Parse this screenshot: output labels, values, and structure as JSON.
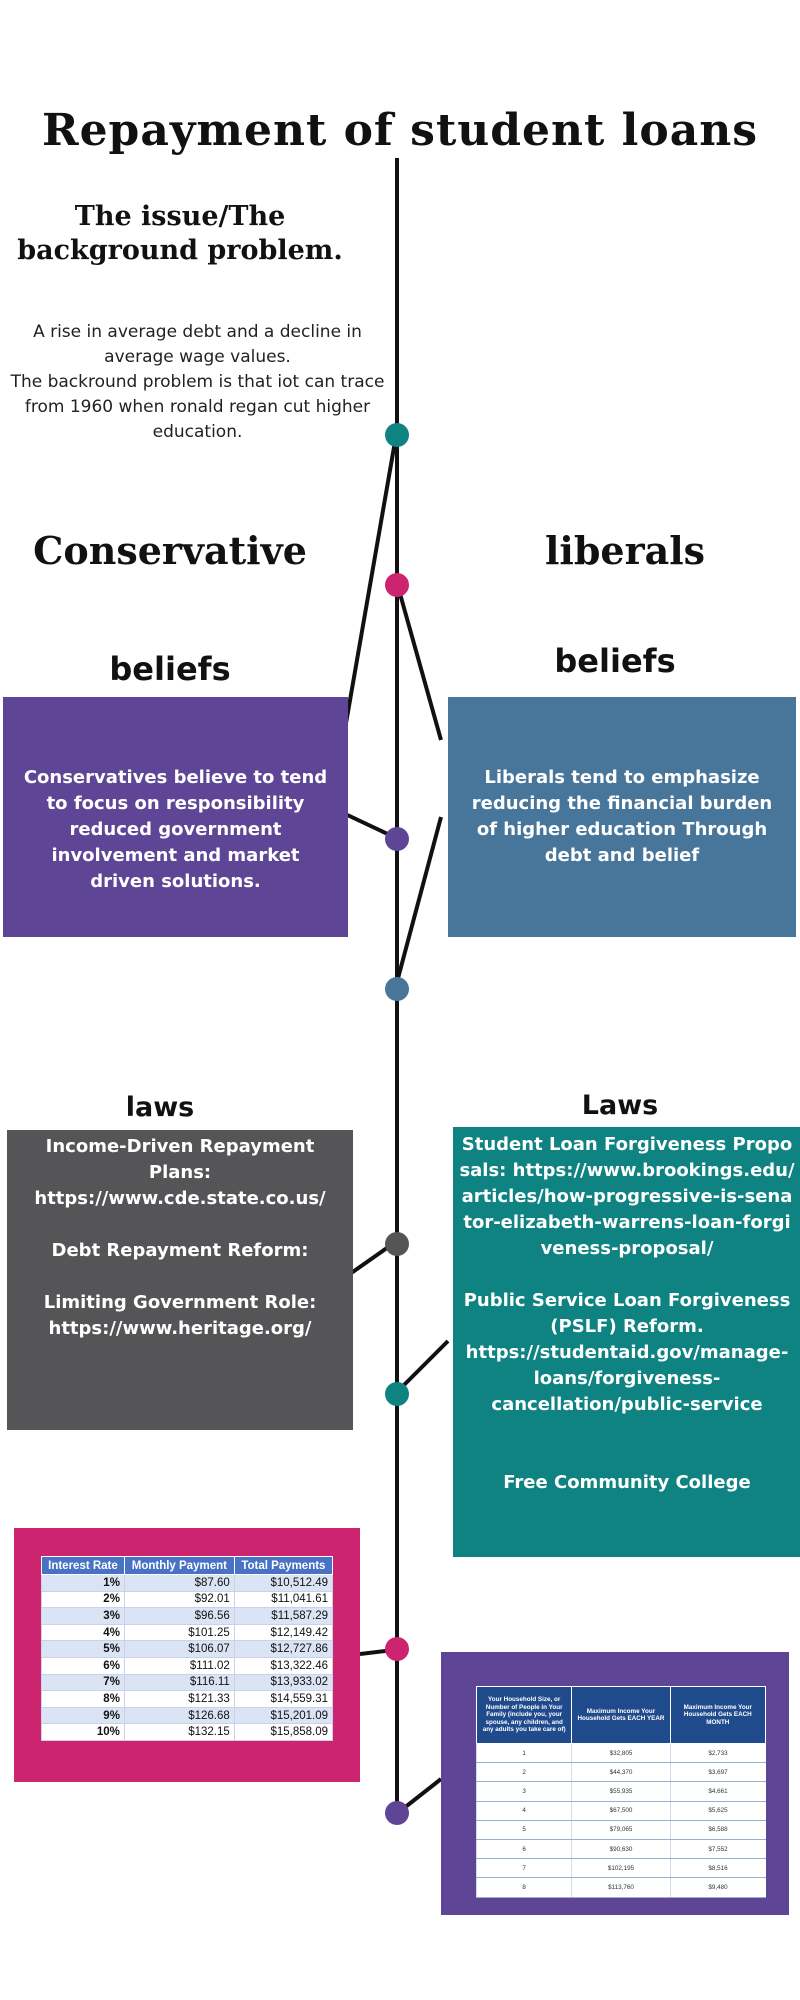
{
  "title": "Repayment of student loans",
  "issue": {
    "heading": "The issue/The background problem.",
    "text_lines": [
      "A rise in average debt and a decline in average wage values.",
      "The backround problem is that iot can trace from 1960 when ronald regan cut higher education."
    ]
  },
  "conservative": {
    "heading": "Conservative",
    "beliefs_heading": "beliefs",
    "beliefs_text": "Conservatives believe to tend to focus on responsibility  reduced government involvement and market driven solutions.",
    "laws_heading": "laws",
    "laws": [
      "Income-Driven Repayment Plans: https://www.cde.state.co.us/",
      "Debt Repayment Reform:",
      "Limiting Government Role: https://www.heritage.org/"
    ]
  },
  "liberal": {
    "heading": "liberals",
    "beliefs_heading": "beliefs",
    "beliefs_text": "Liberals tend to emphasize reducing the financial burden of higher education Through debt and belief",
    "laws_heading": "Laws",
    "laws": [
      "Student Loan Forgiveness Proposals: https://www.brookings.edu/articles/how-progressive-is-senator-elizabeth-warrens-loan-forgiveness-proposal/",
      "Public Service Loan Forgiveness (PSLF) Reform. https://studentaid.gov/manage-loans/forgiveness-cancellation/public-service",
      "Free Community College"
    ]
  },
  "rate_table": {
    "headers": [
      "Interest Rate",
      "Monthly Payment",
      "Total Payments"
    ],
    "rows": [
      [
        "1%",
        "$87.60",
        "$10,512.49"
      ],
      [
        "2%",
        "$92.01",
        "$11,041.61"
      ],
      [
        "3%",
        "$96.56",
        "$11,587.29"
      ],
      [
        "4%",
        "$101.25",
        "$12,149.42"
      ],
      [
        "5%",
        "$106.07",
        "$12,727.86"
      ],
      [
        "6%",
        "$111.02",
        "$13,322.46"
      ],
      [
        "7%",
        "$116.11",
        "$13,933.02"
      ],
      [
        "8%",
        "$121.33",
        "$14,559.31"
      ],
      [
        "9%",
        "$126.68",
        "$15,201.09"
      ],
      [
        "10%",
        "$132.15",
        "$15,858.09"
      ]
    ]
  },
  "income_table": {
    "headers": [
      "Your Household Size, or Number of People in Your Family (include you, your spouse, any children, and any adults you take care of)",
      "Maximum Income Your Household Gets EACH YEAR",
      "Maximum Income Your Household Gets EACH MONTH"
    ],
    "rows": [
      [
        "1",
        "$32,805",
        "$2,733"
      ],
      [
        "2",
        "$44,370",
        "$3,697"
      ],
      [
        "3",
        "$55,935",
        "$4,661"
      ],
      [
        "4",
        "$67,500",
        "$5,625"
      ],
      [
        "5",
        "$79,065",
        "$6,588"
      ],
      [
        "6",
        "$90,630",
        "$7,552"
      ],
      [
        "7",
        "$102,195",
        "$8,516"
      ],
      [
        "8",
        "$113,760",
        "$9,480"
      ]
    ]
  },
  "colors": {
    "timeline": "#111111",
    "teal": "#0e8381",
    "pink": "#cd2470",
    "purple": "#5f4596",
    "steel_blue": "#48769b",
    "gray": "#555557"
  }
}
